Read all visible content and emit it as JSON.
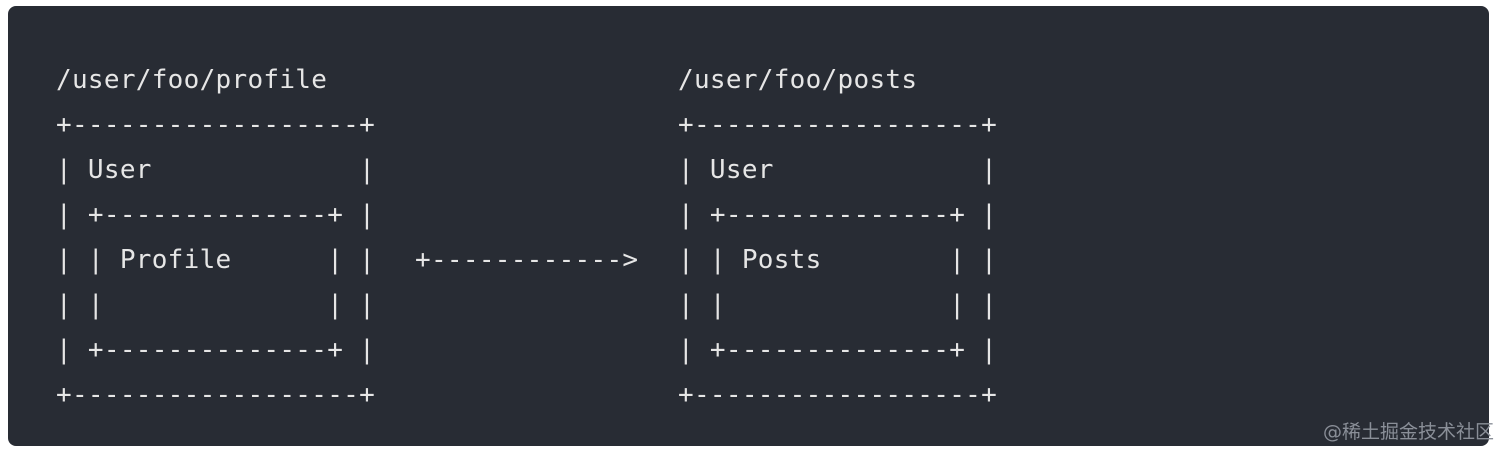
{
  "left_diagram": {
    "lines": [
      "/user/foo/profile",
      "+------------------+",
      "| User             |",
      "| +--------------+ |",
      "| | Profile      | |",
      "| |              | |",
      "| +--------------+ |",
      "+------------------+"
    ]
  },
  "arrow": {
    "lines": [
      "",
      "",
      "",
      "",
      "+------------>"
    ]
  },
  "right_diagram": {
    "lines": [
      "/user/foo/posts",
      "+------------------+",
      "| User             |",
      "| +--------------+ |",
      "| | Posts        | |",
      "| |              | |",
      "| +--------------+ |",
      "+------------------+"
    ]
  },
  "watermark": "@稀土掘金技术社区"
}
